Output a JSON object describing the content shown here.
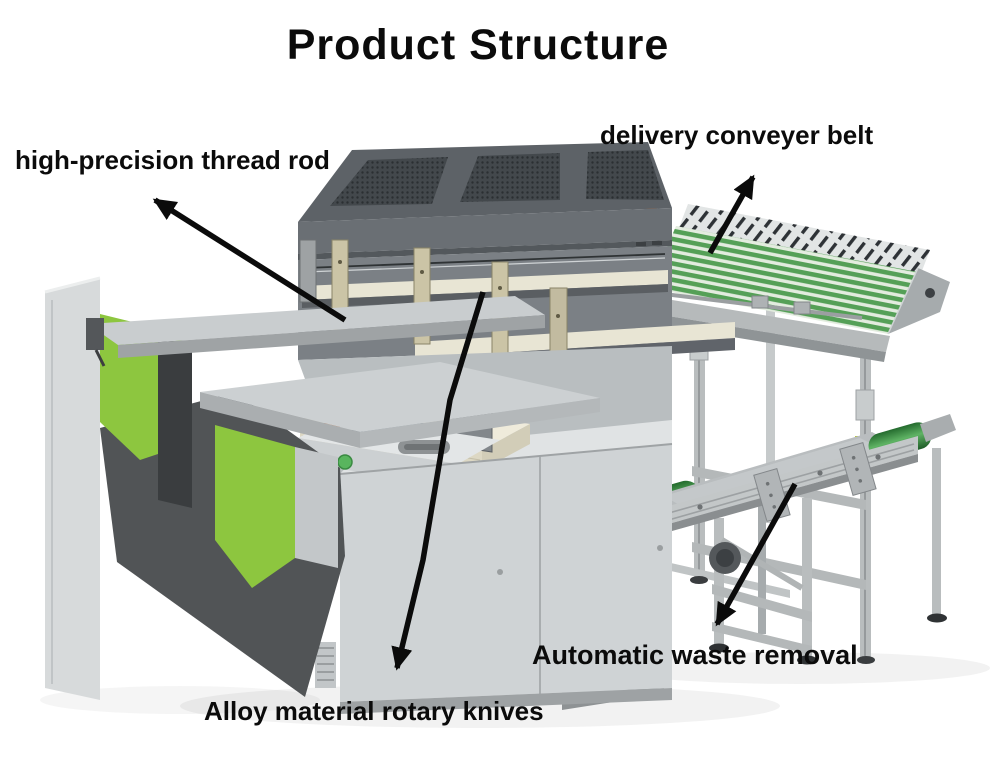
{
  "page": {
    "title": "Product Structure"
  },
  "diagram": {
    "labels": {
      "thread_rod": "high-precision thread rod",
      "conveyor_belt": "delivery conveyer belt",
      "rotary_knives": "Alloy material rotary knives",
      "waste_removal": "Automatic waste removal"
    }
  },
  "colors": {
    "accent_green": "#8dc63f",
    "belt_green": "#55a057",
    "belt_light": "#e3ecdf",
    "roller_green": "#2e8038",
    "machine_light": "#d7dadb",
    "machine_mid": "#b9bdbf",
    "machine_face": "#7b8085",
    "cover_dark": "#5d6267",
    "mesh_dark": "#43484c",
    "shadow_dark": "#515456",
    "rail_cream": "#e8e5d4",
    "paper_cream": "#efebdb",
    "estop_orange": "#e06a1f",
    "logo_red": "#a3121f",
    "text_black": "#0b0b0b"
  }
}
